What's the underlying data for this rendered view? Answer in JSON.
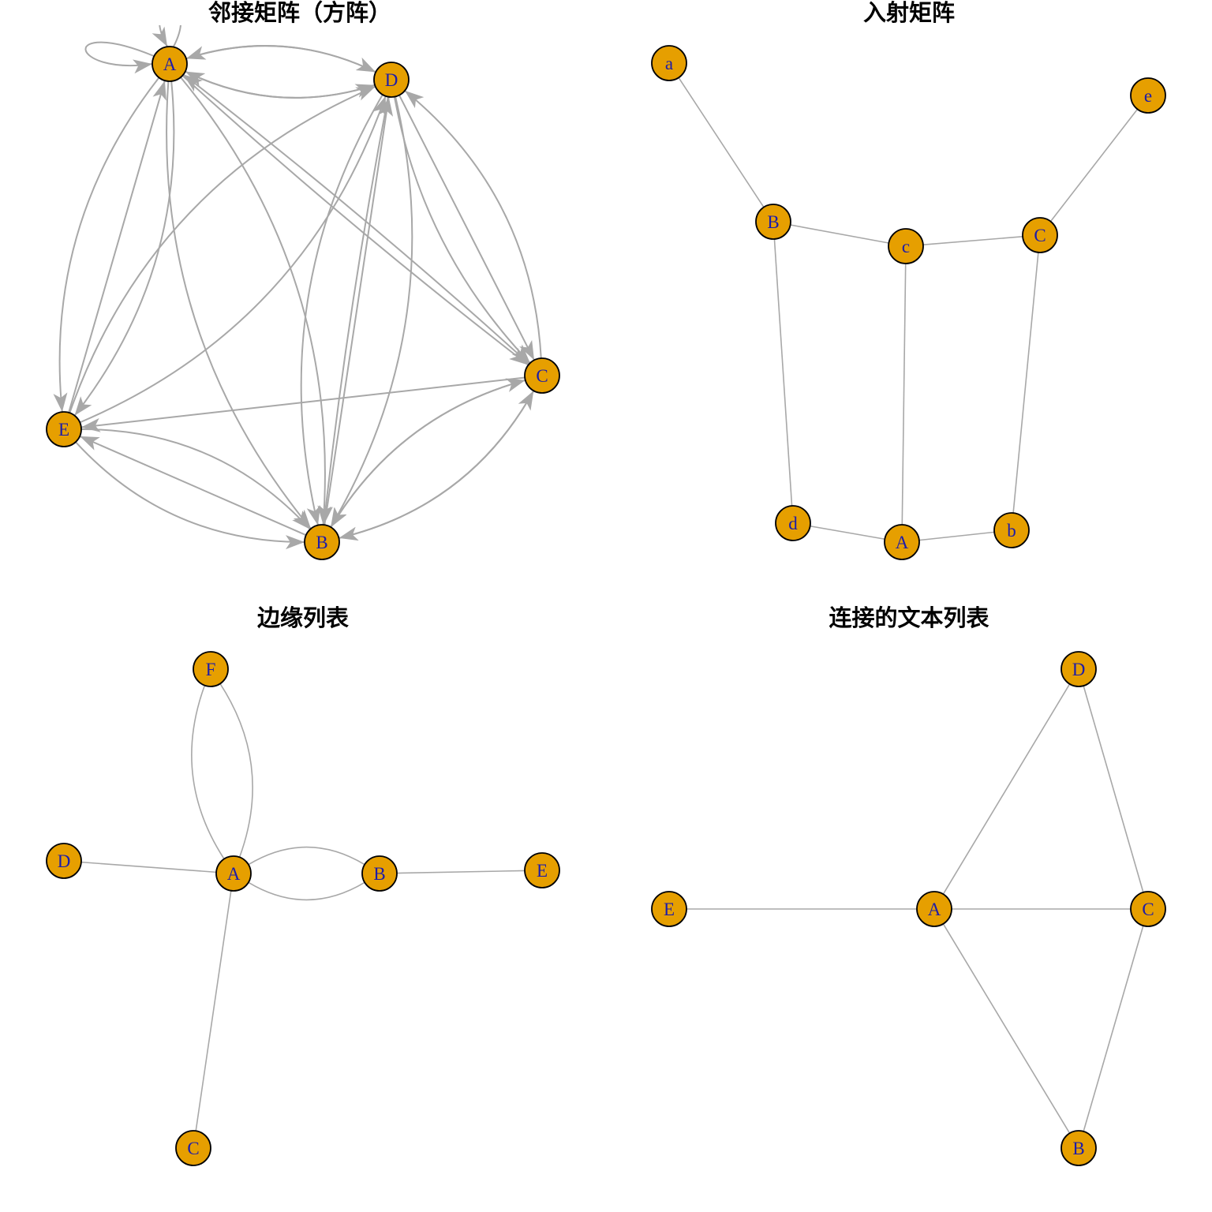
{
  "colors": {
    "node_fill": "#E69F00",
    "node_stroke": "#000000",
    "label": "#1c1caa",
    "edge": "#A8A8A8"
  },
  "panels": [
    {
      "title": "邻接矩阵（方阵）",
      "directed": true,
      "nodes": [
        "A",
        "D",
        "C",
        "E",
        "B"
      ],
      "edges": [
        [
          "A",
          "A"
        ],
        [
          "A",
          "A"
        ],
        [
          "A",
          "D"
        ],
        [
          "D",
          "A"
        ],
        [
          "A",
          "D"
        ],
        [
          "D",
          "A"
        ],
        [
          "C",
          "A"
        ],
        [
          "A",
          "C"
        ],
        [
          "A",
          "E"
        ],
        [
          "E",
          "A"
        ],
        [
          "A",
          "E"
        ],
        [
          "A",
          "B"
        ],
        [
          "A",
          "B"
        ],
        [
          "E",
          "D"
        ],
        [
          "E",
          "D"
        ],
        [
          "D",
          "B"
        ],
        [
          "D",
          "B"
        ],
        [
          "B",
          "D"
        ],
        [
          "D",
          "B"
        ],
        [
          "D",
          "C"
        ],
        [
          "C",
          "D"
        ],
        [
          "D",
          "C"
        ],
        [
          "C",
          "E"
        ],
        [
          "E",
          "B"
        ],
        [
          "B",
          "E"
        ],
        [
          "E",
          "B"
        ],
        [
          "B",
          "C"
        ],
        [
          "C",
          "B"
        ],
        [
          "B",
          "C"
        ],
        [
          "C",
          "B"
        ]
      ]
    },
    {
      "title": "入射矩阵",
      "directed": false,
      "nodes": [
        "a",
        "e",
        "B",
        "c",
        "C",
        "d",
        "A",
        "b"
      ],
      "edges": [
        [
          "a",
          "B"
        ],
        [
          "B",
          "c"
        ],
        [
          "c",
          "C"
        ],
        [
          "C",
          "e"
        ],
        [
          "B",
          "d"
        ],
        [
          "c",
          "A"
        ],
        [
          "C",
          "b"
        ],
        [
          "d",
          "A"
        ],
        [
          "A",
          "b"
        ]
      ]
    },
    {
      "title": "边缘列表",
      "directed": false,
      "nodes": [
        "F",
        "D",
        "A",
        "B",
        "E",
        "C"
      ],
      "edges": [
        [
          "F",
          "A"
        ],
        [
          "A",
          "F"
        ],
        [
          "D",
          "A"
        ],
        [
          "A",
          "B"
        ],
        [
          "B",
          "A"
        ],
        [
          "B",
          "E"
        ],
        [
          "A",
          "C"
        ]
      ]
    },
    {
      "title": "连接的文本列表",
      "directed": false,
      "nodes": [
        "D",
        "E",
        "A",
        "C",
        "B"
      ],
      "edges": [
        [
          "A",
          "D"
        ],
        [
          "D",
          "C"
        ],
        [
          "E",
          "A"
        ],
        [
          "A",
          "C"
        ],
        [
          "A",
          "B"
        ],
        [
          "C",
          "B"
        ]
      ]
    }
  ]
}
